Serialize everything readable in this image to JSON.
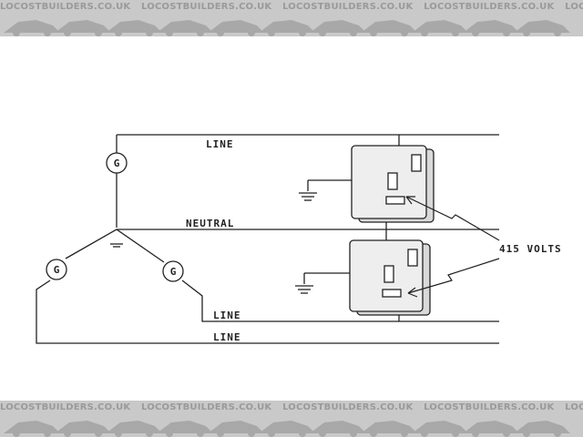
{
  "watermark": {
    "text": "LOCOSTBUILDERS.CO.UK",
    "color": "#9a9a9a",
    "background": "#c9c9c9"
  },
  "diagram": {
    "line_label_top": "LINE",
    "neutral_label": "NEUTRAL",
    "line_label_mid": "LINE",
    "line_label_bottom": "LINE",
    "voltage_label": "415 VOLTS",
    "generator_label": "G",
    "ink_color": "#222222"
  }
}
